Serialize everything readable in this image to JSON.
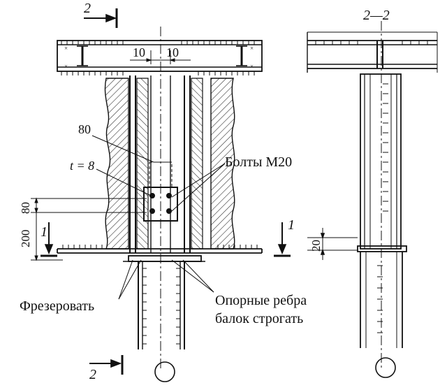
{
  "section_top_left": "2",
  "section_bottom_left": "2",
  "section_right_title": "2—2",
  "section_1_left": "1",
  "section_1_right": "1",
  "dims": {
    "gap_left": "10",
    "gap_right": "10",
    "plate_width": "80",
    "plate_thickness": "t = 8",
    "vert_200": "200",
    "vert_80": "80",
    "vert_20": "20"
  },
  "labels": {
    "bolts": "Болты М20",
    "mill": "Фрезеровать",
    "ribs_line1": "Опорные ребра",
    "ribs_line2": "балок строгать"
  }
}
